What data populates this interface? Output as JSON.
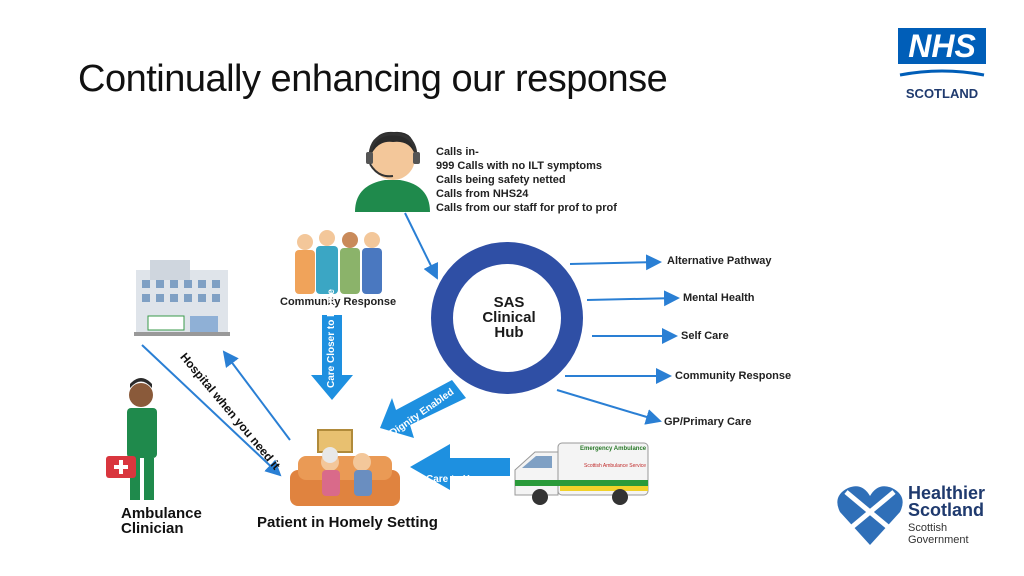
{
  "title": "Continually enhancing our response",
  "nhs_logo": {
    "letters": "NHS",
    "sub": "SCOTLAND"
  },
  "calls": [
    "Calls in-",
    "999 Calls with no ILT symptoms",
    "Calls being safety netted",
    "Calls from NHS24",
    "Calls from our staff for prof to prof"
  ],
  "hub": {
    "line1": "SAS",
    "line2": "Clinical",
    "line3": "Hub"
  },
  "outputs": [
    "Alternative Pathway",
    "Mental Health",
    "Self Care",
    "Community Response",
    "GP/Primary Care"
  ],
  "community_response": "Community Response",
  "arrows": {
    "care_closer": "Care Closer to Home",
    "dignity": "Dignity Enabled",
    "care_to_you": "Care to You",
    "hospital": "Hospital when you need it"
  },
  "ambulance_clinician": {
    "line1": "Ambulance",
    "line2": "Clinician"
  },
  "patient": "Patient in Homely Setting",
  "ambulance_van": {
    "top": "Emergency Ambulance",
    "side": "Scottish Ambulance Service"
  },
  "hs_logo": {
    "line1": "Healthier",
    "line2": "Scotland",
    "line3": "Scottish",
    "line4": "Government"
  },
  "colors": {
    "nhs_blue": "#005EB8",
    "hub_ring": "#2f4fa5",
    "arrow_blue": "#2a7fd4",
    "scrub_green": "#1f8a4c"
  }
}
